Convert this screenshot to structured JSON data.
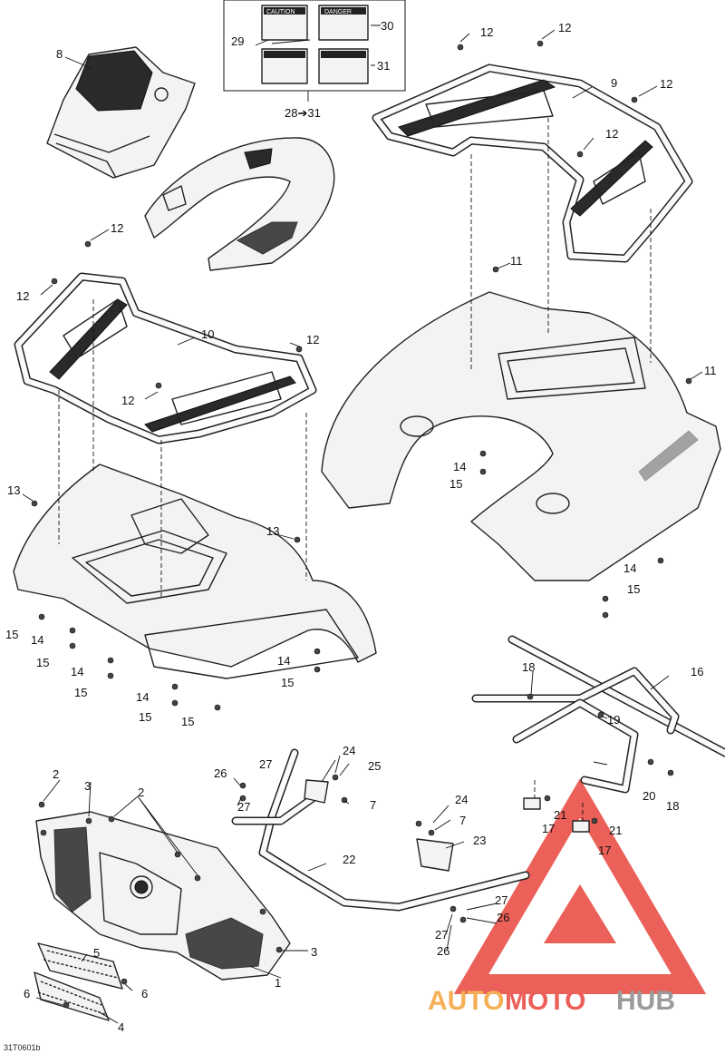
{
  "drawing_code": "31T0601b",
  "watermark": {
    "part1": "AUTO",
    "part2": "MOTO",
    "part3": "HUB",
    "color_red": "#e8453c",
    "color_orange": "#f4a33a",
    "color_gray": "#8a8a8a"
  },
  "labels": {
    "decal_caution": "CAUTION",
    "decal_danger": "DANGER"
  },
  "callouts": [
    "1",
    "2",
    "2",
    "3",
    "3",
    "4",
    "5",
    "6",
    "6",
    "7",
    "7",
    "8",
    "9",
    "10",
    "11",
    "11",
    "12",
    "12",
    "12",
    "12",
    "12",
    "12",
    "12",
    "12",
    "13",
    "13",
    "14",
    "14",
    "14",
    "14",
    "14",
    "14",
    "15",
    "15",
    "15",
    "15",
    "15",
    "15",
    "15",
    "15",
    "16",
    "17",
    "17",
    "18",
    "18",
    "19",
    "20",
    "21",
    "21",
    "22",
    "23",
    "24",
    "24",
    "25",
    "26",
    "26",
    "26",
    "27",
    "27",
    "27",
    "27",
    "28➔31",
    "29",
    "30",
    "31"
  ]
}
